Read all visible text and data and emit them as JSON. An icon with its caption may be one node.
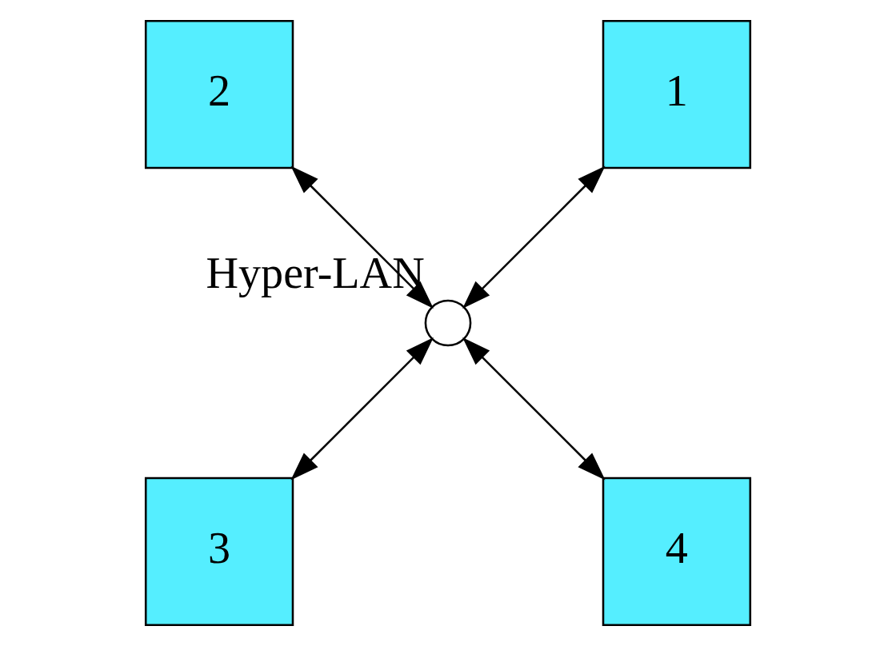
{
  "diagram": {
    "nodes": [
      {
        "text": [
          "1"
        ]
      },
      {
        "text": [
          "2"
        ]
      },
      {
        "text": [
          "3"
        ]
      },
      {
        "text": [
          "4"
        ]
      },
      {
        "text": [],
        "shape": "circle",
        "beside": [
          "Hyper-LAN"
        ]
      }
    ],
    "edges": [
      {
        "from": 0,
        "to": 4,
        "arrow": "both"
      },
      {
        "from": 1,
        "to": 4,
        "arrow": "both"
      },
      {
        "from": 2,
        "to": 4,
        "arrow": "both"
      },
      {
        "from": 3,
        "to": 4,
        "arrow": "both"
      }
    ]
  }
}
